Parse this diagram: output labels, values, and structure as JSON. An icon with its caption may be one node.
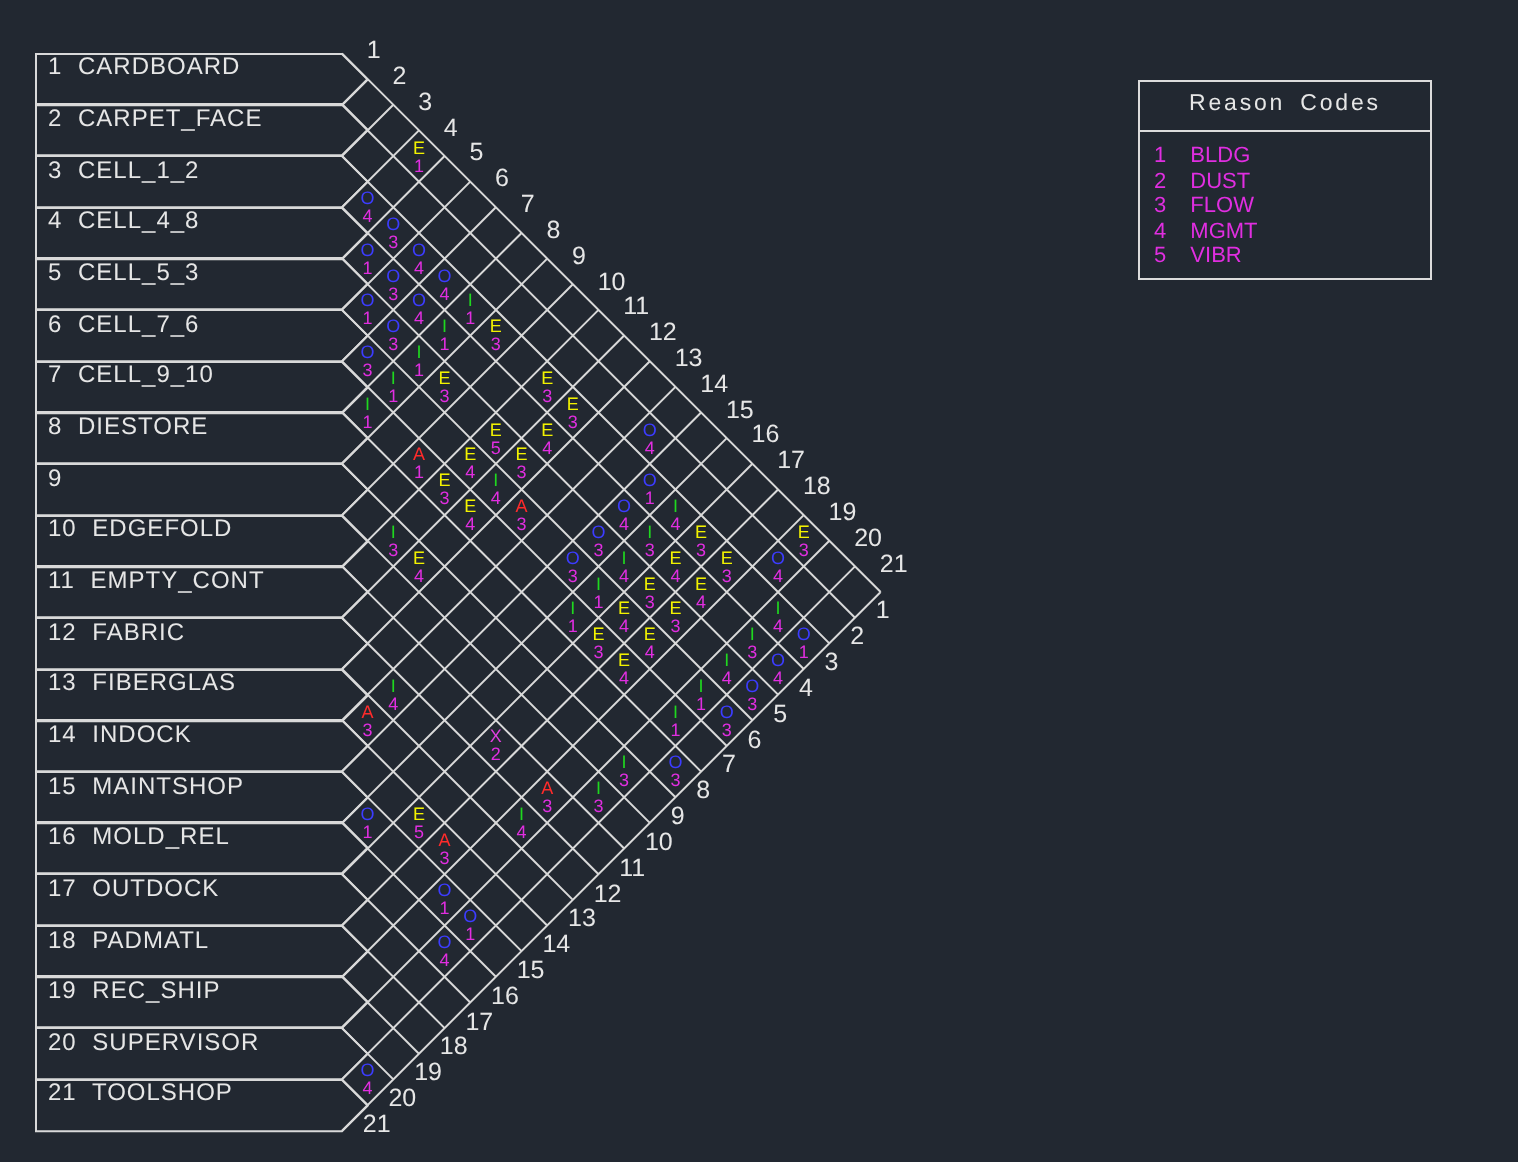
{
  "diagram": {
    "nodes": [
      {
        "text": [
          "1 CARDBOARD"
        ]
      },
      {
        "text": [
          "2 CARPET_FACE"
        ]
      },
      {
        "text": [
          "3 CELL_1_2"
        ]
      },
      {
        "text": [
          "4 CELL_4_8"
        ]
      },
      {
        "text": [
          "5 CELL_5_3"
        ]
      },
      {
        "text": [
          "6 CELL_7_6"
        ]
      },
      {
        "text": [
          "7 CELL_9_10"
        ]
      },
      {
        "text": [
          "8 DIESTORE"
        ]
      },
      {
        "text": [
          "9"
        ]
      },
      {
        "text": [
          "10 EDGEFOLD"
        ]
      },
      {
        "text": [
          "11 EMPTY_CONT"
        ]
      },
      {
        "text": [
          "12 FABRIC"
        ]
      },
      {
        "text": [
          "13 FIBERGLAS"
        ]
      },
      {
        "text": [
          "14 INDOCK"
        ]
      },
      {
        "text": [
          "15 MAINTSHOP"
        ]
      },
      {
        "text": [
          "16 MOLD_REL"
        ]
      },
      {
        "text": [
          "17 OUTDOCK"
        ]
      },
      {
        "text": [
          "18 PADMATL"
        ]
      },
      {
        "text": [
          "19 REC_SHIP"
        ]
      },
      {
        "text": [
          "20 SUPERVISOR"
        ]
      },
      {
        "text": [
          "21 TOOLSHOP"
        ]
      },
      {
        "text": [
          "Reason Codes",
          "1 BLDG",
          "2 DUST",
          "3 FLOW",
          "4 MGMT",
          "5 VIBR"
        ]
      }
    ],
    "labels": [
      "E",
      "1",
      "O",
      "4",
      "O",
      "3",
      "O",
      "1",
      "O",
      "4",
      "O",
      "3",
      "O",
      "4",
      "O",
      "1",
      "O",
      "4",
      "I",
      "1",
      "O",
      "3",
      "I",
      "1",
      "E",
      "3",
      "O",
      "3",
      "I",
      "1",
      "I",
      "1",
      "E",
      "3",
      "E",
      "3",
      "I",
      "1",
      "E",
      "3",
      "E",
      "5",
      "E",
      "4",
      "O",
      "4",
      "A",
      "1",
      "E",
      "4",
      "E",
      "3",
      "E",
      "3",
      "I",
      "4",
      "O",
      "1",
      "E",
      "4",
      "A",
      "3",
      "O",
      "4",
      "I",
      "4",
      "I",
      "3",
      "O",
      "3",
      "I",
      "3",
      "E",
      "3",
      "E",
      "3",
      "E",
      "4",
      "O",
      "3",
      "I",
      "4",
      "E",
      "4",
      "E",
      "3",
      "O",
      "4",
      "I",
      "1",
      "E",
      "3",
      "E",
      "4",
      "I",
      "1",
      "E",
      "4",
      "E",
      "3",
      "I",
      "4",
      "E",
      "3",
      "E",
      "4",
      "I",
      "3",
      "O",
      "1",
      "E",
      "4",
      "I",
      "4",
      "O",
      "4",
      "I",
      "4",
      "I",
      "1",
      "O",
      "3",
      "A",
      "3",
      "I",
      "1",
      "O",
      "3",
      "X",
      "2",
      "I",
      "3",
      "O",
      "3",
      "A",
      "3",
      "I",
      "3",
      "O",
      "1",
      "E",
      "5",
      "I",
      "4",
      "A",
      "3",
      "O",
      "1",
      "O",
      "1",
      "O",
      "4",
      "O",
      "4",
      "1",
      "2",
      "3",
      "4",
      "5",
      "6",
      "7",
      "8",
      "9",
      "10",
      "11",
      "12",
      "13",
      "14",
      "15",
      "16",
      "17",
      "18",
      "19",
      "20",
      "21",
      "1",
      "2",
      "3",
      "4",
      "5",
      "6",
      "7",
      "8",
      "9",
      "10",
      "11",
      "12",
      "13",
      "14",
      "15",
      "16",
      "17",
      "18",
      "19",
      "20",
      "21"
    ]
  }
}
